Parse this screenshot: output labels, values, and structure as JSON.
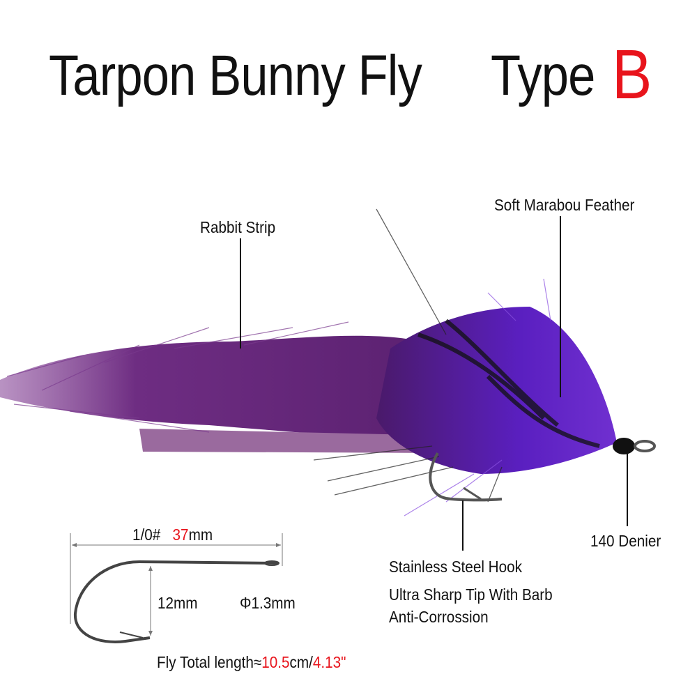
{
  "title": {
    "name": "Tarpon Bunny Fly",
    "type_word": "Type",
    "type_letter": "B"
  },
  "labels": {
    "rabbit_strip": "Rabbit Strip",
    "marabou": "Soft Marabou Feather",
    "denier": "140 Denier",
    "hook_1": "Stainless Steel Hook",
    "hook_2": "Ultra Sharp Tip With Barb",
    "hook_3": "Anti-Corrossion"
  },
  "hook_specs": {
    "size": "1/0#",
    "length_value": "37",
    "length_unit": "mm",
    "gap": "12mm",
    "wire": "Φ1.3mm"
  },
  "total_length": {
    "prefix": "Fly Total length≈",
    "cm_value": "10.5",
    "cm_unit": "cm/",
    "in_value": "4.13\""
  },
  "colors": {
    "accent_red": "#e8141c",
    "fly_purple": "#6a2a8a",
    "marabou_purple": "#5b1fb0"
  }
}
